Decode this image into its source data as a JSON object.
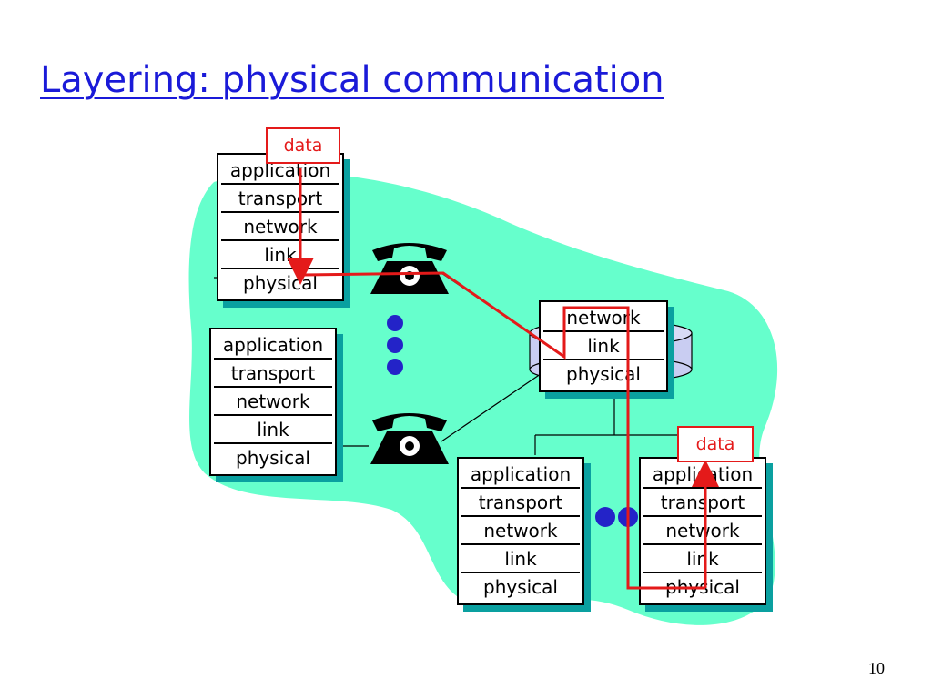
{
  "slide": {
    "title": "Layering: physical communication",
    "page_number": "10"
  },
  "labels": {
    "data_top": "data",
    "data_bottom": "data"
  },
  "stacks": {
    "top_left": [
      "application",
      "transport",
      "network",
      "link",
      "physical"
    ],
    "middle_left": [
      "application",
      "transport",
      "network",
      "link",
      "physical"
    ],
    "bottom_mid": [
      "application",
      "transport",
      "network",
      "link",
      "physical"
    ],
    "bottom_right": [
      "application",
      "transport",
      "network",
      "link",
      "physical"
    ],
    "router": [
      "network",
      "link",
      "physical"
    ]
  },
  "colors": {
    "cloud": "#66ffcc",
    "path": "#e41a1a",
    "title": "#1a1ad8",
    "shadow": "#0aa0a0",
    "dots": "#2323c8",
    "router_cylinder": "#c9cdf2"
  },
  "icons": [
    "telephone-icon",
    "telephone-icon",
    "ellipsis-dots",
    "router-icon"
  ]
}
